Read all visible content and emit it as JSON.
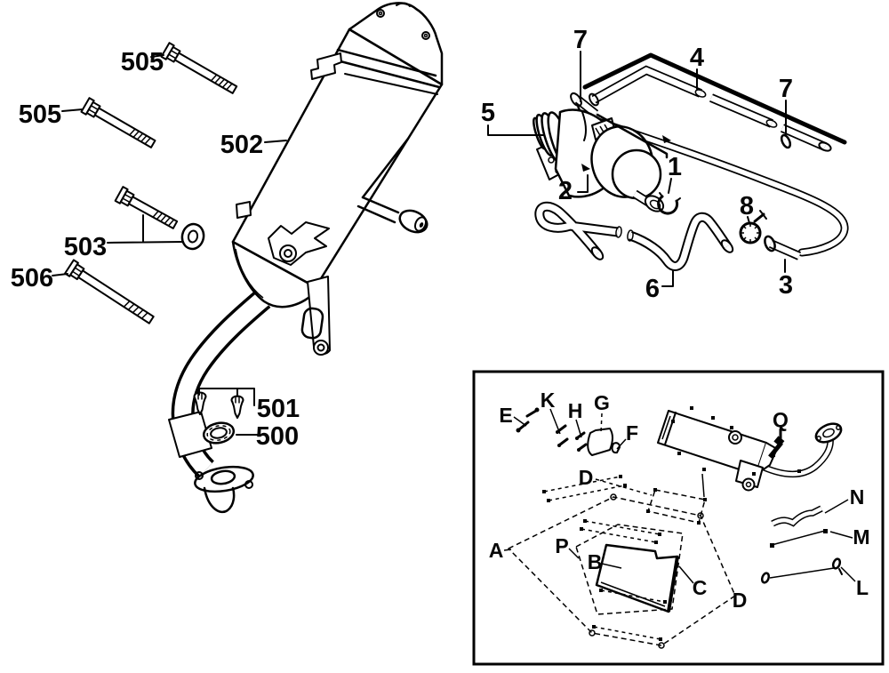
{
  "figure": {
    "type": "exploded-parts-diagram",
    "ink_color": "#000000",
    "background_color": "#ffffff"
  },
  "labels": {
    "main": [
      {
        "id": "505-top",
        "text": "505"
      },
      {
        "id": "505-left",
        "text": "505"
      },
      {
        "id": "502",
        "text": "502"
      },
      {
        "id": "503",
        "text": "503"
      },
      {
        "id": "506",
        "text": "506"
      },
      {
        "id": "501",
        "text": "501"
      },
      {
        "id": "500",
        "text": "500"
      }
    ],
    "air": [
      {
        "id": "7-left",
        "text": "7"
      },
      {
        "id": "4",
        "text": "4"
      },
      {
        "id": "7-right",
        "text": "7"
      },
      {
        "id": "5",
        "text": "5"
      },
      {
        "id": "1",
        "text": "1"
      },
      {
        "id": "2",
        "text": "2"
      },
      {
        "id": "8",
        "text": "8"
      },
      {
        "id": "6",
        "text": "6"
      },
      {
        "id": "3",
        "text": "3"
      }
    ],
    "inset": [
      {
        "id": "E",
        "text": "E"
      },
      {
        "id": "K",
        "text": "K"
      },
      {
        "id": "H",
        "text": "H"
      },
      {
        "id": "G",
        "text": "G"
      },
      {
        "id": "F",
        "text": "F"
      },
      {
        "id": "Q",
        "text": "Q"
      },
      {
        "id": "D-upper",
        "text": "D"
      },
      {
        "id": "N",
        "text": "N"
      },
      {
        "id": "M",
        "text": "M"
      },
      {
        "id": "A",
        "text": "A"
      },
      {
        "id": "P",
        "text": "P"
      },
      {
        "id": "B",
        "text": "B"
      },
      {
        "id": "C",
        "text": "C"
      },
      {
        "id": "D-lower",
        "text": "D"
      },
      {
        "id": "L",
        "text": "L"
      }
    ]
  }
}
